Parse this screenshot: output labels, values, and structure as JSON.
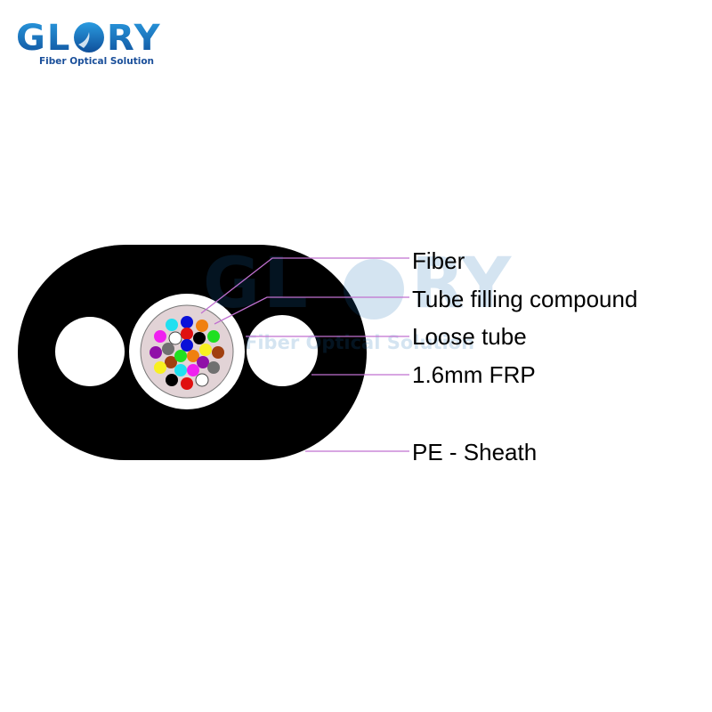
{
  "logo": {
    "brand": "GLORY",
    "tagline": "Fiber Optical Solution",
    "color": "#1a6fb8"
  },
  "watermark": {
    "brand": "GLORY",
    "tagline": "Fiber Optical Solution"
  },
  "labels": {
    "fiber": "Fiber",
    "filling": "Tube filling compound",
    "loose_tube": "Loose tube",
    "frp": "1.6mm FRP",
    "sheath": "PE - Sheath"
  },
  "colors": {
    "sheath": "#000000",
    "leader": "#c070d0",
    "filling": "#e2d3d6"
  },
  "fiber_colors": [
    "#0a10d8",
    "#20e0f0",
    "#f08010",
    "#f020f0",
    "#ffffff",
    "#e01010",
    "#000000",
    "#20e020",
    "#9010a8",
    "#707070",
    "#0a10d8",
    "#f8f020",
    "#a04010",
    "#a04010",
    "#20e020",
    "#f08010",
    "#9010a8",
    "#f8f020",
    "#20e0f0",
    "#f020f0",
    "#707070",
    "#000000",
    "#e01010",
    "#ffffff"
  ]
}
